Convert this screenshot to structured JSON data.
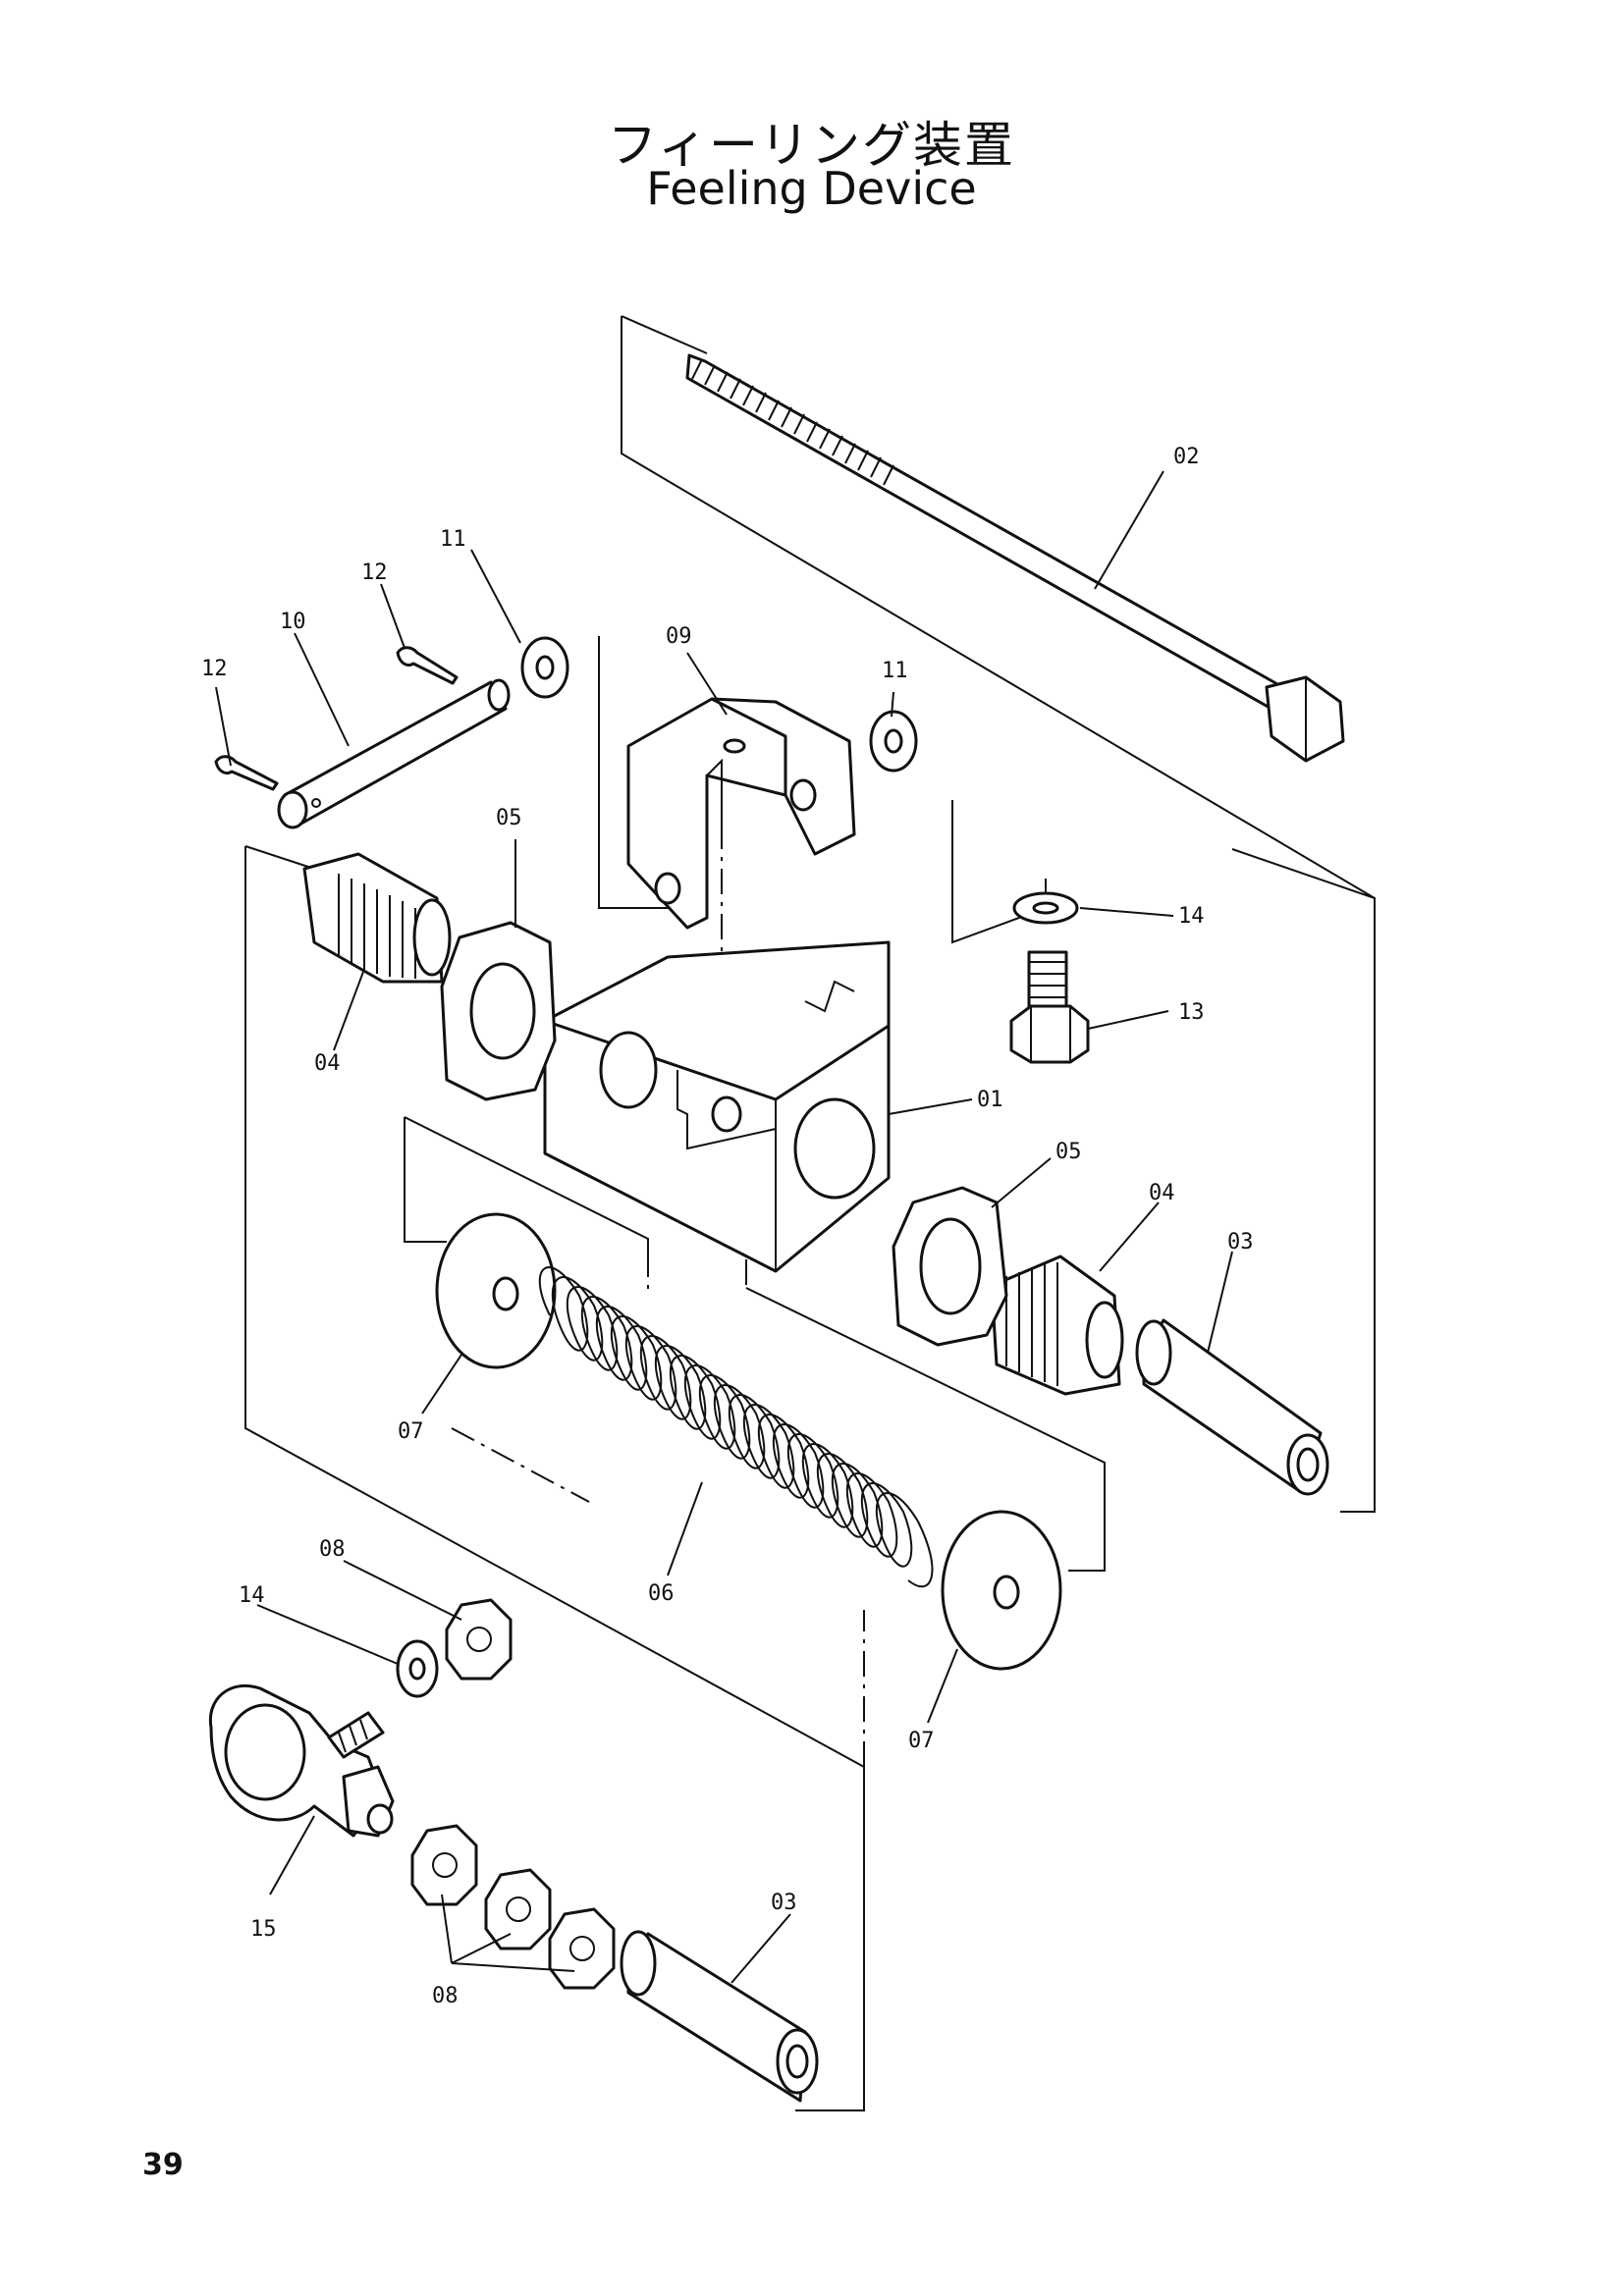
{
  "title": {
    "japanese": "フィーリング装置",
    "english": "Feeling Device"
  },
  "page_number": "39",
  "callouts": {
    "p01": "01",
    "p02": "02",
    "p03a": "03",
    "p03b": "03",
    "p04a": "04",
    "p04b": "04",
    "p05a": "05",
    "p05b": "05",
    "p06": "06",
    "p07a": "07",
    "p07b": "07",
    "p08a": "08",
    "p08b": "08",
    "p09": "09",
    "p10": "10",
    "p11a": "11",
    "p11b": "11",
    "p12a": "12",
    "p12b": "12",
    "p13": "13",
    "p14a": "14",
    "p14b": "14",
    "p15": "15"
  }
}
